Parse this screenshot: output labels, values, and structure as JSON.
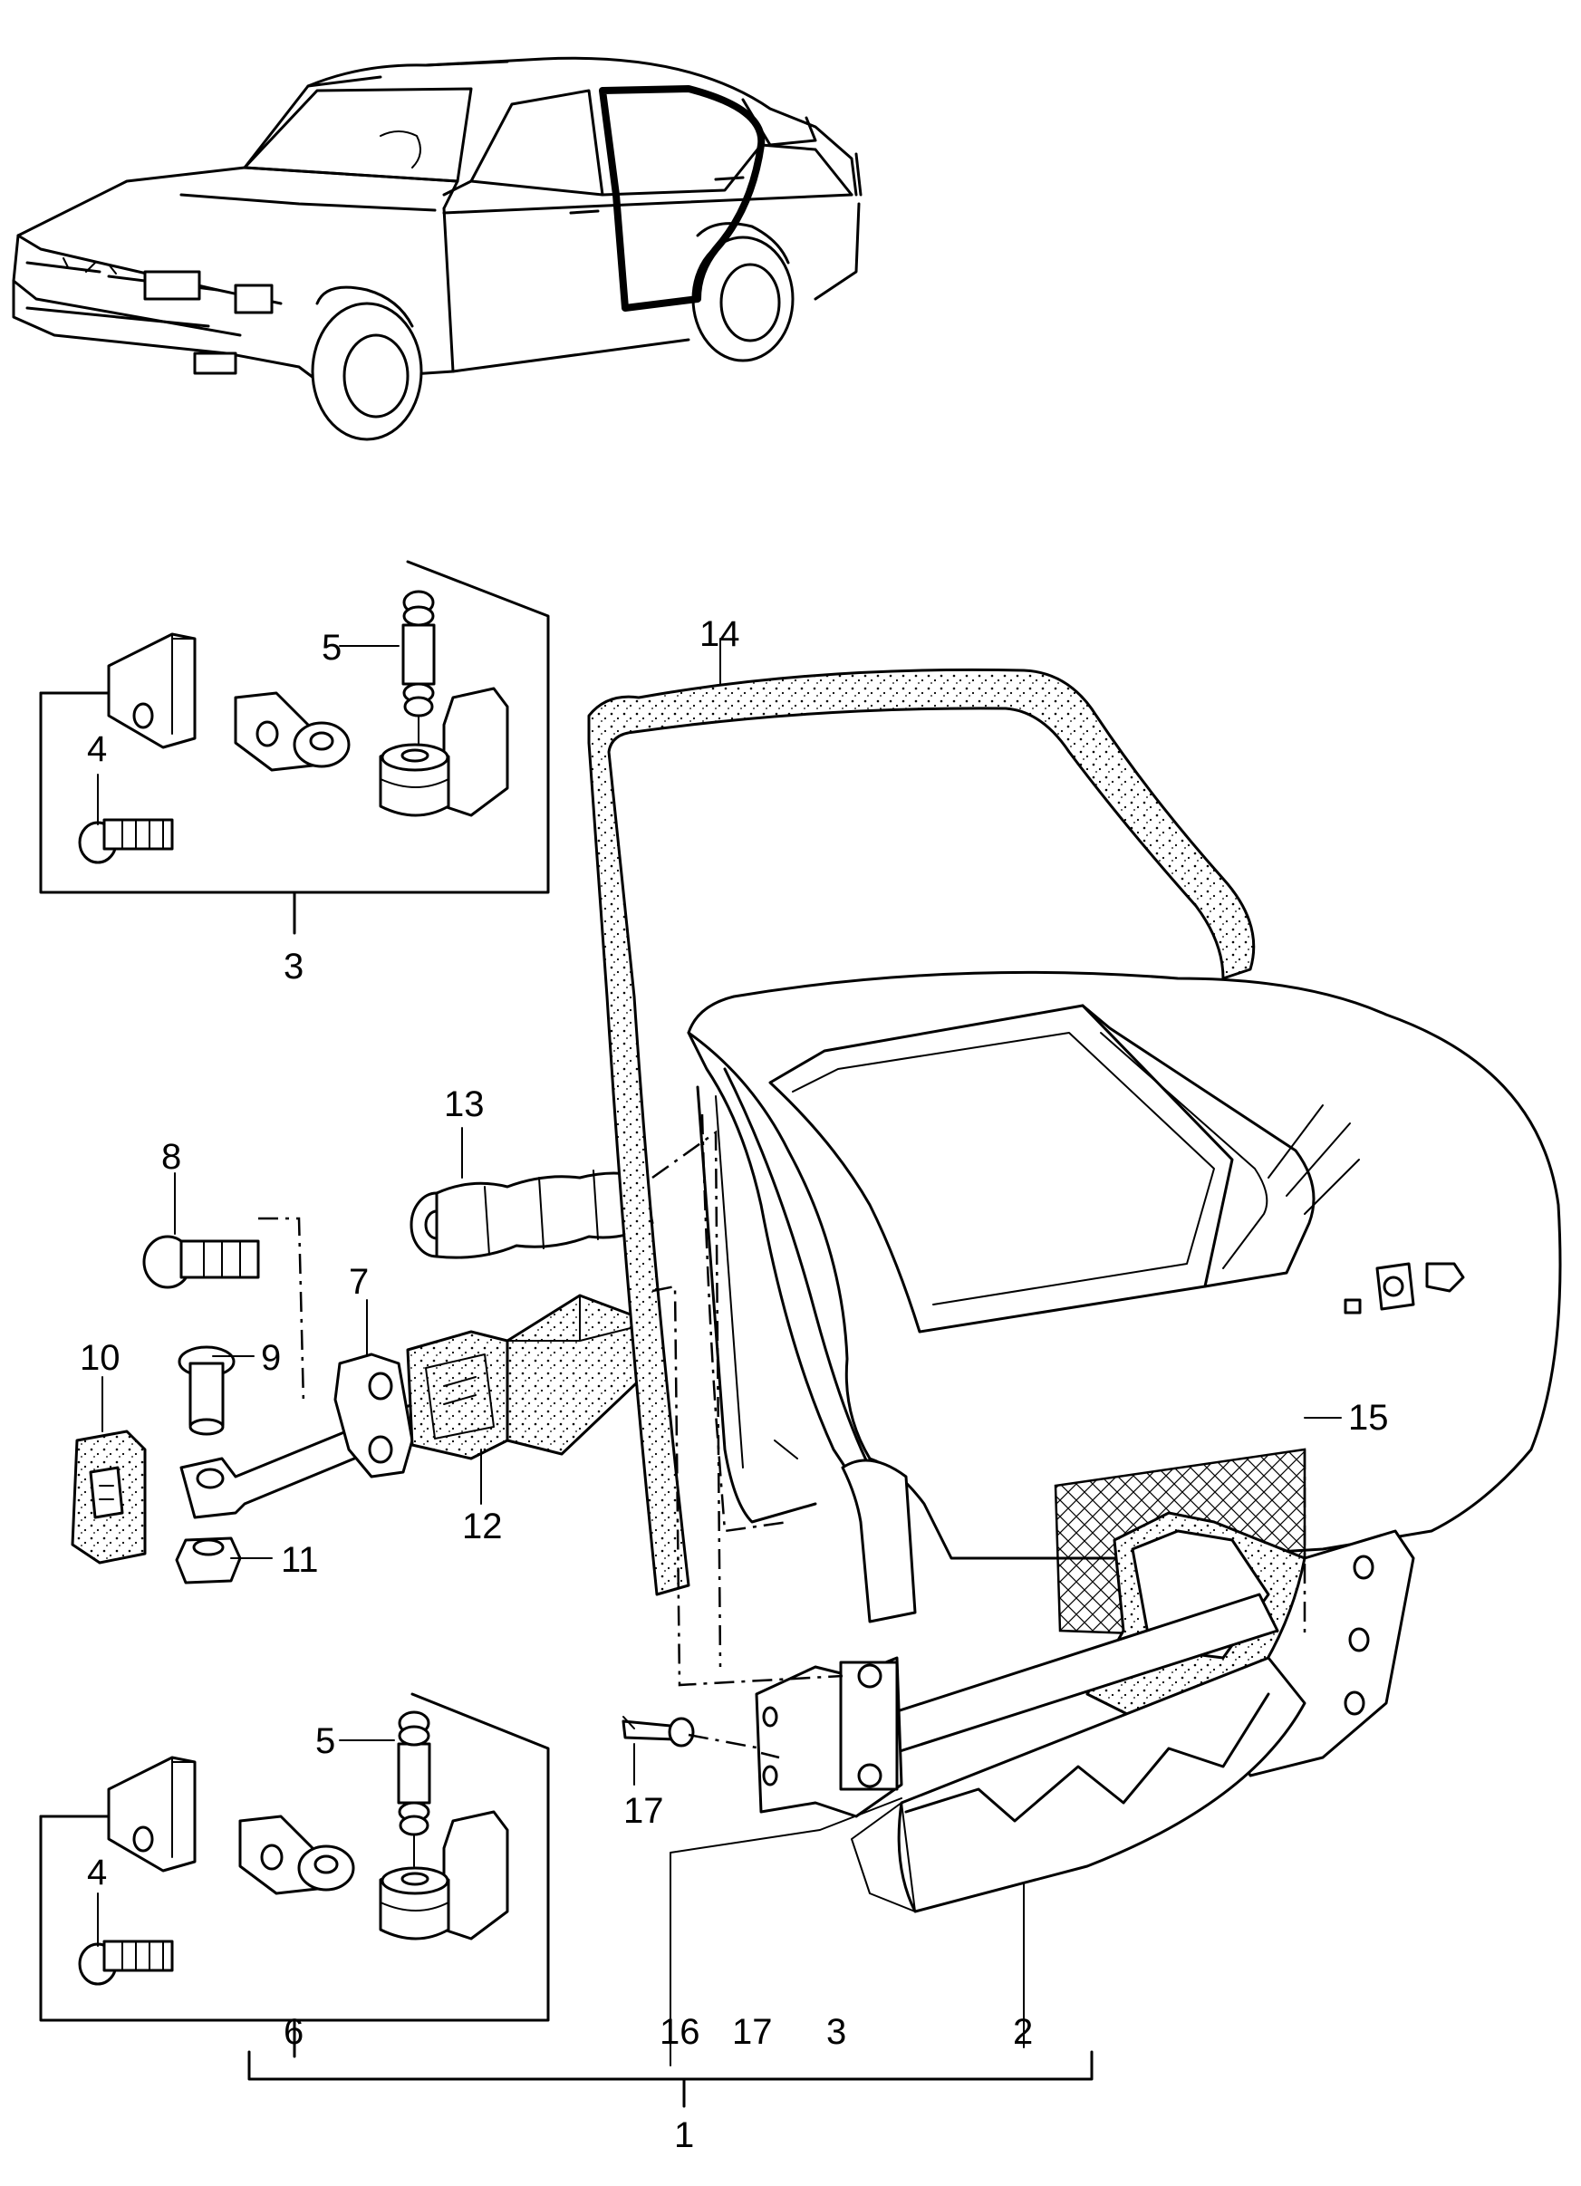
{
  "callouts": {
    "c1": "1",
    "c2": "2",
    "c3_top": "3",
    "c3_bottom": "3",
    "c4_top": "4",
    "c4_bottom": "4",
    "c5_top": "5",
    "c5_bottom": "5",
    "c6": "6",
    "c7": "7",
    "c8": "8",
    "c9": "9",
    "c10": "10",
    "c11": "11",
    "c12": "12",
    "c13": "13",
    "c14": "14",
    "c15": "15",
    "c16": "16",
    "c17_left": "17",
    "c17_bottom": "17"
  }
}
